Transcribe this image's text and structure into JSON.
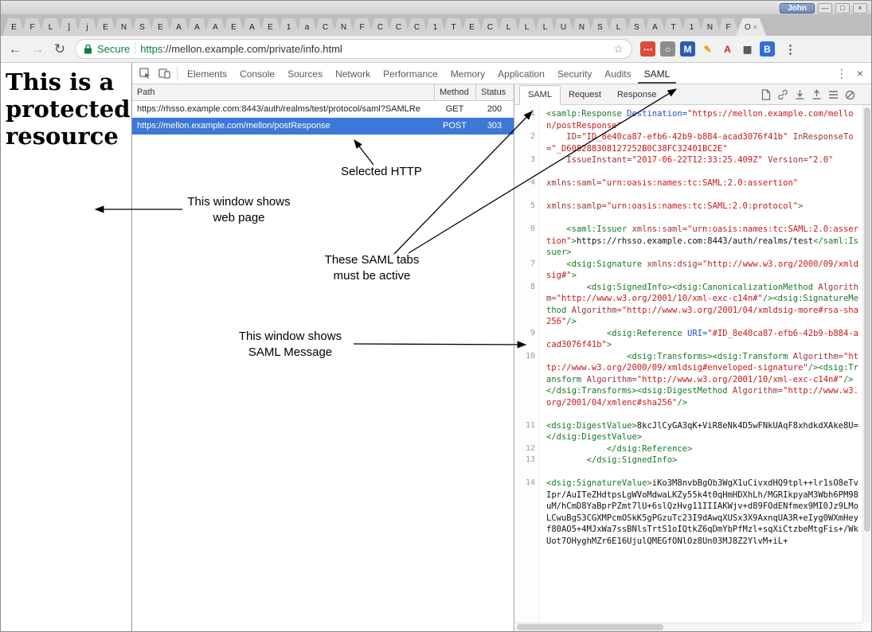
{
  "icons": {
    "back": "←",
    "forward": "→",
    "reload": "↻",
    "star": "☆",
    "menu": "⋮",
    "devtools_menu": "⋮",
    "devtools_close": "×",
    "minimize": "—",
    "maximize": "□",
    "close": "×",
    "tab_close": "×"
  },
  "browser": {
    "user_button": "John",
    "tab_letters": [
      "E",
      "F",
      "L",
      "]",
      "j",
      "E",
      "N",
      "S",
      "E",
      "A",
      "A",
      "A",
      "E",
      "A",
      "E",
      "1",
      "a",
      "C",
      "N",
      "F",
      "C",
      "C",
      "C",
      "1",
      "T",
      "E",
      "C",
      "L",
      "L",
      "L",
      "U",
      "N",
      "S",
      "L",
      "S",
      "A",
      "T",
      "1",
      "N",
      "F"
    ],
    "active_tab_letter": "O",
    "address": {
      "secure_label": "Secure",
      "url_scheme": "https",
      "url_rest": "://mellon.example.com/private/info.html"
    },
    "extensions": [
      {
        "name": "adblock-icon",
        "glyph": "⋯",
        "bg": "#dd4b39",
        "fg": "#ffffff"
      },
      {
        "name": "ghostery-icon",
        "glyph": "○",
        "bg": "#8e8e8e",
        "fg": "#ffffff"
      },
      {
        "name": "m-extension-icon",
        "glyph": "M",
        "bg": "#2a5db0",
        "fg": "#ffffff"
      },
      {
        "name": "pencil-extension-icon",
        "glyph": "✎",
        "bg": "",
        "fg": "#f0a000"
      },
      {
        "name": "a-extension-icon",
        "glyph": "A",
        "bg": "",
        "fg": "#c62828"
      },
      {
        "name": "grid-extension-icon",
        "glyph": "▦",
        "bg": "",
        "fg": "#4a4a4a"
      },
      {
        "name": "b-extension-icon",
        "glyph": "B",
        "bg": "#2f6fd6",
        "fg": "#ffffff"
      }
    ]
  },
  "page": {
    "heading": "This is a protected resource"
  },
  "devtools": {
    "tabs": [
      "Elements",
      "Console",
      "Sources",
      "Network",
      "Performance",
      "Memory",
      "Application",
      "Security",
      "Audits",
      "SAML"
    ],
    "active_tab": "SAML",
    "network": {
      "columns": [
        "Path",
        "Method",
        "Status"
      ],
      "rows": [
        {
          "path": "https://rhsso.example.com:8443/auth/realms/test/protocol/saml?SAMLRe",
          "method": "GET",
          "status": "200",
          "selected": false
        },
        {
          "path": "https://mellon.example.com/mellon/postResponse",
          "method": "POST",
          "status": "303",
          "selected": true
        }
      ]
    },
    "detail_tabs": [
      "SAML",
      "Request",
      "Response"
    ],
    "detail_active_tab": "SAML",
    "saml_lines": [
      {
        "n": 1,
        "gap": false,
        "seg": [
          [
            "t",
            "<samlp:Response "
          ],
          [
            "b",
            "Destination="
          ],
          [
            "v",
            "\"https://mellon.example.com/mellon/postResponse\""
          ]
        ]
      },
      {
        "n": 2,
        "gap": false,
        "seg": [
          [
            "p",
            "    "
          ],
          [
            "a",
            "ID="
          ],
          [
            "v",
            "\"ID_8e40ca87-efb6-42b9-b884-acad3076f41b\""
          ],
          [
            "p",
            " "
          ],
          [
            "a",
            "InResponseTo="
          ],
          [
            "v",
            "\"_D608288308127252B0C38FC32401BC2E\""
          ]
        ]
      },
      {
        "n": 3,
        "gap": false,
        "seg": [
          [
            "p",
            "    "
          ],
          [
            "a",
            "IssueInstant="
          ],
          [
            "v",
            "\"2017-06-22T12:33:25.409Z\""
          ],
          [
            "p",
            " "
          ],
          [
            "a",
            "Version="
          ],
          [
            "v",
            "\"2.0\""
          ]
        ]
      },
      {
        "n": 4,
        "gap": true,
        "seg": [
          [
            "a",
            "xmlns:saml="
          ],
          [
            "v",
            "\"urn:oasis:names:tc:SAML:2.0:assertion\""
          ]
        ]
      },
      {
        "n": 5,
        "gap": true,
        "seg": [
          [
            "a",
            "xmlns:samlp="
          ],
          [
            "v",
            "\"urn:oasis:names:tc:SAML:2.0:protocol\""
          ],
          [
            "t",
            ">"
          ]
        ]
      },
      {
        "n": 6,
        "gap": true,
        "seg": [
          [
            "t",
            "    <saml:Issuer "
          ],
          [
            "a",
            "xmlns:saml="
          ],
          [
            "v",
            "\"urn:oasis:names:tc:SAML:2.0:assertion\""
          ],
          [
            "t",
            ">"
          ],
          [
            "p",
            "https://rhsso.example.com:8443/auth/realms/test"
          ],
          [
            "t",
            "</saml:Issuer>"
          ]
        ]
      },
      {
        "n": 7,
        "gap": false,
        "seg": [
          [
            "t",
            "    <dsig:Signature "
          ],
          [
            "a",
            "xmlns:dsig="
          ],
          [
            "v",
            "\"http://www.w3.org/2000/09/xmldsig#\""
          ],
          [
            "t",
            ">"
          ]
        ]
      },
      {
        "n": 8,
        "gap": false,
        "seg": [
          [
            "t",
            "        <dsig:SignedInfo><dsig:CanonicalizationMethod "
          ],
          [
            "a",
            "Algorithm="
          ],
          [
            "v",
            "\"http://www.w3.org/2001/10/xml-exc-c14n#\""
          ],
          [
            "t",
            "/><dsig:SignatureMethod "
          ],
          [
            "a",
            "Algorithm="
          ],
          [
            "v",
            "\"http://www.w3.org/2001/04/xmldsig-more#rsa-sha256\""
          ],
          [
            "t",
            "/>"
          ]
        ]
      },
      {
        "n": 9,
        "gap": false,
        "seg": [
          [
            "t",
            "            <dsig:Reference "
          ],
          [
            "b",
            "URI="
          ],
          [
            "v",
            "\"#ID_8e40ca87-efb6-42b9-b884-acad3076f41b\""
          ],
          [
            "t",
            ">"
          ]
        ]
      },
      {
        "n": 10,
        "gap": false,
        "seg": [
          [
            "t",
            "                <dsig:Transforms><dsig:Transform "
          ],
          [
            "a",
            "Algorithm="
          ],
          [
            "v",
            "\"http://www.w3.org/2000/09/xmldsig#enveloped-signature\""
          ],
          [
            "t",
            "/><dsig:Transform "
          ],
          [
            "a",
            "Algorithm="
          ],
          [
            "v",
            "\"http://www.w3.org/2001/10/xml-exc-c14n#\""
          ],
          [
            "t",
            "/></dsig:Transforms><dsig:DigestMethod "
          ],
          [
            "a",
            "Algorithm="
          ],
          [
            "v",
            "\"http://www.w3.org/2001/04/xmlenc#sha256\""
          ],
          [
            "t",
            "/>"
          ]
        ]
      },
      {
        "n": 11,
        "gap": true,
        "seg": [
          [
            "t",
            "<dsig:DigestValue>"
          ],
          [
            "p",
            "8kcJlCyGA3qK+ViR8eNk4D5wFNkUAqF8xhdkdXAke8U="
          ],
          [
            "t",
            "</dsig:DigestValue>"
          ]
        ]
      },
      {
        "n": 12,
        "gap": false,
        "seg": [
          [
            "p",
            "            "
          ],
          [
            "t",
            "</dsig:Reference>"
          ]
        ]
      },
      {
        "n": 13,
        "gap": false,
        "seg": [
          [
            "p",
            "        "
          ],
          [
            "t",
            "</dsig:SignedInfo>"
          ]
        ]
      },
      {
        "n": 14,
        "gap": true,
        "seg": [
          [
            "t",
            "<dsig:SignatureValue>"
          ],
          [
            "p",
            "iKo3M8nvbBgOb3WgX1uCivxdHQ9tpl++lr1sO8eTvIpr/AuITeZHdtpsLgWVoMdwaLKZy55k4t0qHmHDXhLh/MGRIkpyaM3Wbh6PM98uM/hCmD8YaBprPZmt7lU+6slQzHvg11IIIAKWjv+d89FOdENfmex9MI0Jz9LMoLCwuBgS3CGXMPcmOSkK5gPGzuTc23I9dAwqXUSx3X9AxnqUA3R+eIyg0WXmHeyf80AO5+4MJxWa7ssBNlsTrtS1oIQtkZ6qDmYbPfMzl+sqXiCtzbeMtgFis+/WkUot7OHyghMZr6E16UjulQMEGfONlOz8Un03MJ8Z2YlvM+iL+"
          ]
        ]
      }
    ]
  },
  "annotations": {
    "selected_http": "Selected HTTP",
    "window_web": "This window shows\nweb page",
    "saml_tabs": "These SAML tabs\nmust be active",
    "window_saml": "This window shows\nSAML Message"
  },
  "colors": {
    "selection_blue": "#3b78d7",
    "secure_green": "#0b8043",
    "xml_tag_green": "#157a21",
    "xml_attr_red": "#9a3334",
    "xml_attr_blue": "#1a56c4",
    "xml_value_red": "#c41a16"
  }
}
